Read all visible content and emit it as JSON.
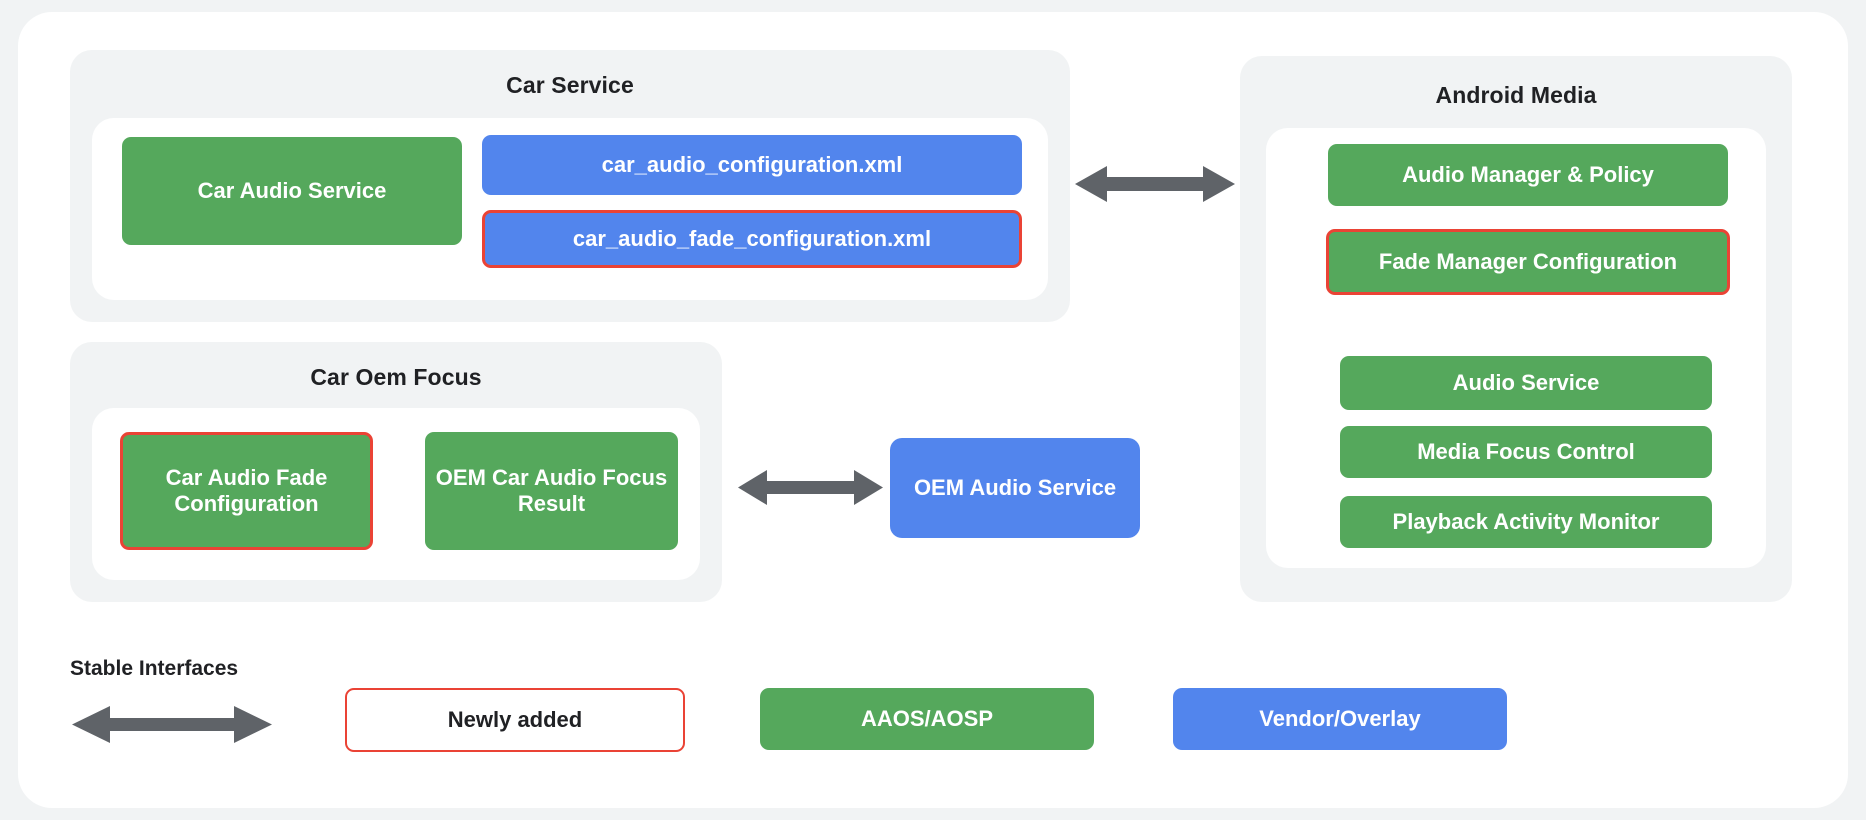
{
  "diagram": {
    "groups": {
      "car_service": {
        "title": "Car Service",
        "nodes": {
          "car_audio_service": "Car Audio Service",
          "car_audio_configuration_xml": "car_audio_configuration.xml",
          "car_audio_fade_configuration_xml": "car_audio_fade_configuration.xml"
        }
      },
      "car_oem_focus": {
        "title": "Car Oem Focus",
        "nodes": {
          "car_audio_fade_configuration": "Car Audio Fade Configuration",
          "oem_car_audio_focus_result": "OEM Car Audio Focus Result"
        }
      },
      "android_media": {
        "title": "Android Media",
        "nodes": {
          "audio_manager_policy": "Audio Manager & Policy",
          "fade_manager_configuration": "Fade Manager Configuration",
          "audio_service": "Audio Service",
          "media_focus_control": "Media Focus Control",
          "playback_activity_monitor": "Playback Activity Monitor"
        }
      }
    },
    "standalone": {
      "oem_audio_service": "OEM Audio Service"
    },
    "legend": {
      "stable_interfaces_label": "Stable Interfaces",
      "newly_added": "Newly added",
      "aaos_aosp": "AAOS/AOSP",
      "vendor_overlay": "Vendor/Overlay"
    },
    "colors": {
      "green": "#55a85c",
      "blue": "#5285ed",
      "highlight_red": "#ea4335",
      "arrow_gray": "#5f6368",
      "panel_gray": "#f1f3f4",
      "card_white": "#ffffff",
      "text_dark": "#202124"
    }
  }
}
